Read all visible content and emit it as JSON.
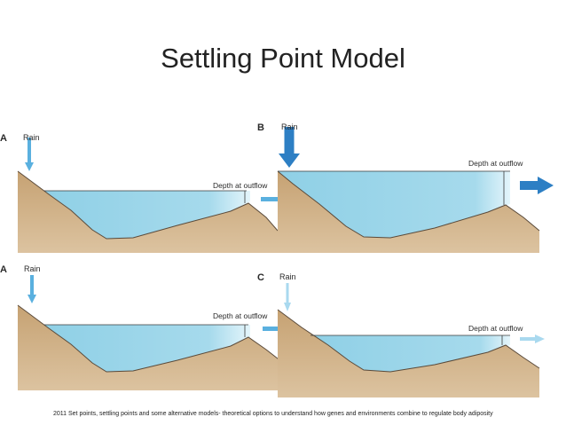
{
  "title": "Settling Point Model",
  "caption": "2011 Set points, settling points and some alternative models- theoretical options to understand how genes and environments combine to regulate body adiposity",
  "colors": {
    "water": "#8fd0e6",
    "water_light": "#d8f0f8",
    "earth": "#c9a77a",
    "earth_dark": "#a88556",
    "rain_strong": "#2d7fc4",
    "rain_normal": "#5ab0df",
    "rain_weak": "#a9d9ef"
  },
  "panels": [
    {
      "letter": "A",
      "rain": "Rain",
      "depth": "Depth at outflow",
      "rain_intensity": "normal",
      "outflow_intensity": "normal"
    },
    {
      "letter": "B",
      "rain": "Rain",
      "depth": "Depth at outflow",
      "rain_intensity": "strong",
      "outflow_intensity": "strong"
    },
    {
      "letter": "A",
      "rain": "Rain",
      "depth": "Depth at outflow",
      "rain_intensity": "normal",
      "outflow_intensity": "normal"
    },
    {
      "letter": "C",
      "rain": "Rain",
      "depth": "Depth at outflow",
      "rain_intensity": "weak",
      "outflow_intensity": "weak"
    }
  ]
}
